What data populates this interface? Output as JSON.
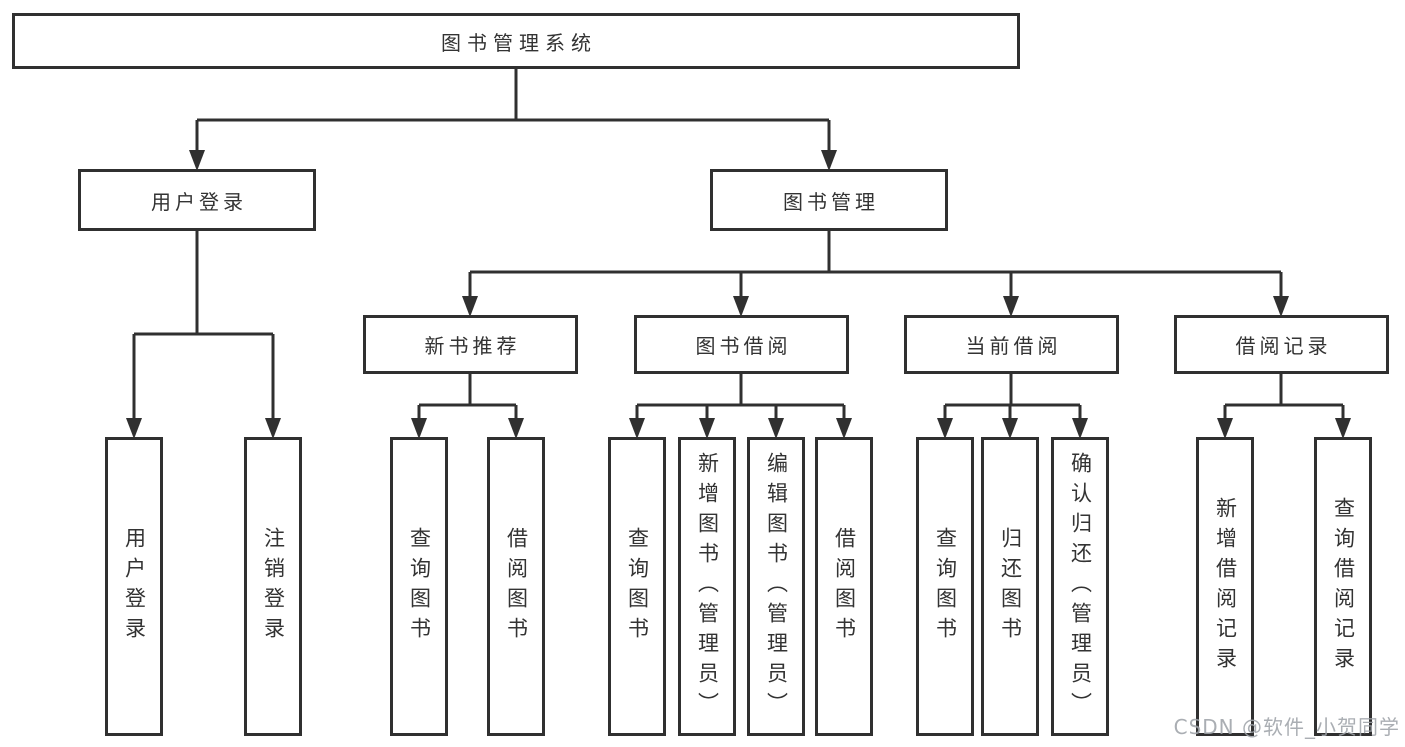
{
  "diagram_type": "functional-structure-tree",
  "colors": {
    "line": "#303030",
    "box_border": "#303030",
    "text": "#333333",
    "background": "#ffffff",
    "watermark": "#9ea3a8"
  },
  "tree": {
    "label": "图书管理系统",
    "children": [
      {
        "label": "用户登录",
        "children": [
          {
            "label": "用户登录"
          },
          {
            "label": "注销登录"
          }
        ]
      },
      {
        "label": "图书管理",
        "children": [
          {
            "label": "新书推荐",
            "children": [
              {
                "label": "查询图书"
              },
              {
                "label": "借阅图书"
              }
            ]
          },
          {
            "label": "图书借阅",
            "children": [
              {
                "label": "查询图书"
              },
              {
                "label": "新增图书（管理员）"
              },
              {
                "label": "编辑图书（管理员）"
              },
              {
                "label": "借阅图书"
              }
            ]
          },
          {
            "label": "当前借阅",
            "children": [
              {
                "label": "查询图书"
              },
              {
                "label": "归还图书"
              },
              {
                "label": "确认归还（管理员）"
              }
            ]
          },
          {
            "label": "借阅记录",
            "children": [
              {
                "label": "新增借阅记录"
              },
              {
                "label": "查询借阅记录"
              }
            ]
          }
        ]
      }
    ]
  },
  "watermark": "CSDN @软件_小贺同学"
}
